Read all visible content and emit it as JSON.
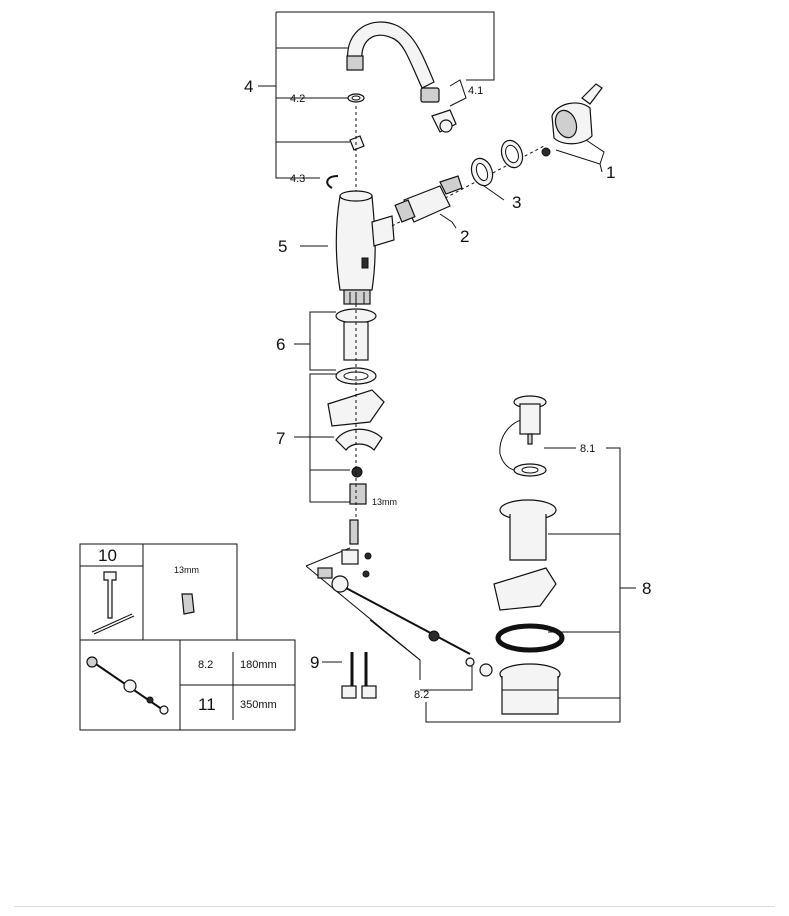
{
  "callouts": {
    "c1": "1",
    "c2": "2",
    "c3": "3",
    "c4": "4",
    "c4_1": "4.1",
    "c4_2": "4.2",
    "c4_3": "4.3",
    "c5": "5",
    "c6": "6",
    "c7": "7",
    "c8": "8",
    "c8_1": "8.1",
    "c8_2": "8.2",
    "c9": "9",
    "size_nut": "13mm"
  },
  "inset": {
    "tool_number": "10",
    "tool_size": "13mm",
    "table": [
      {
        "part": "8.2",
        "length": "180mm"
      },
      {
        "part": "11",
        "length": "350mm"
      }
    ]
  }
}
